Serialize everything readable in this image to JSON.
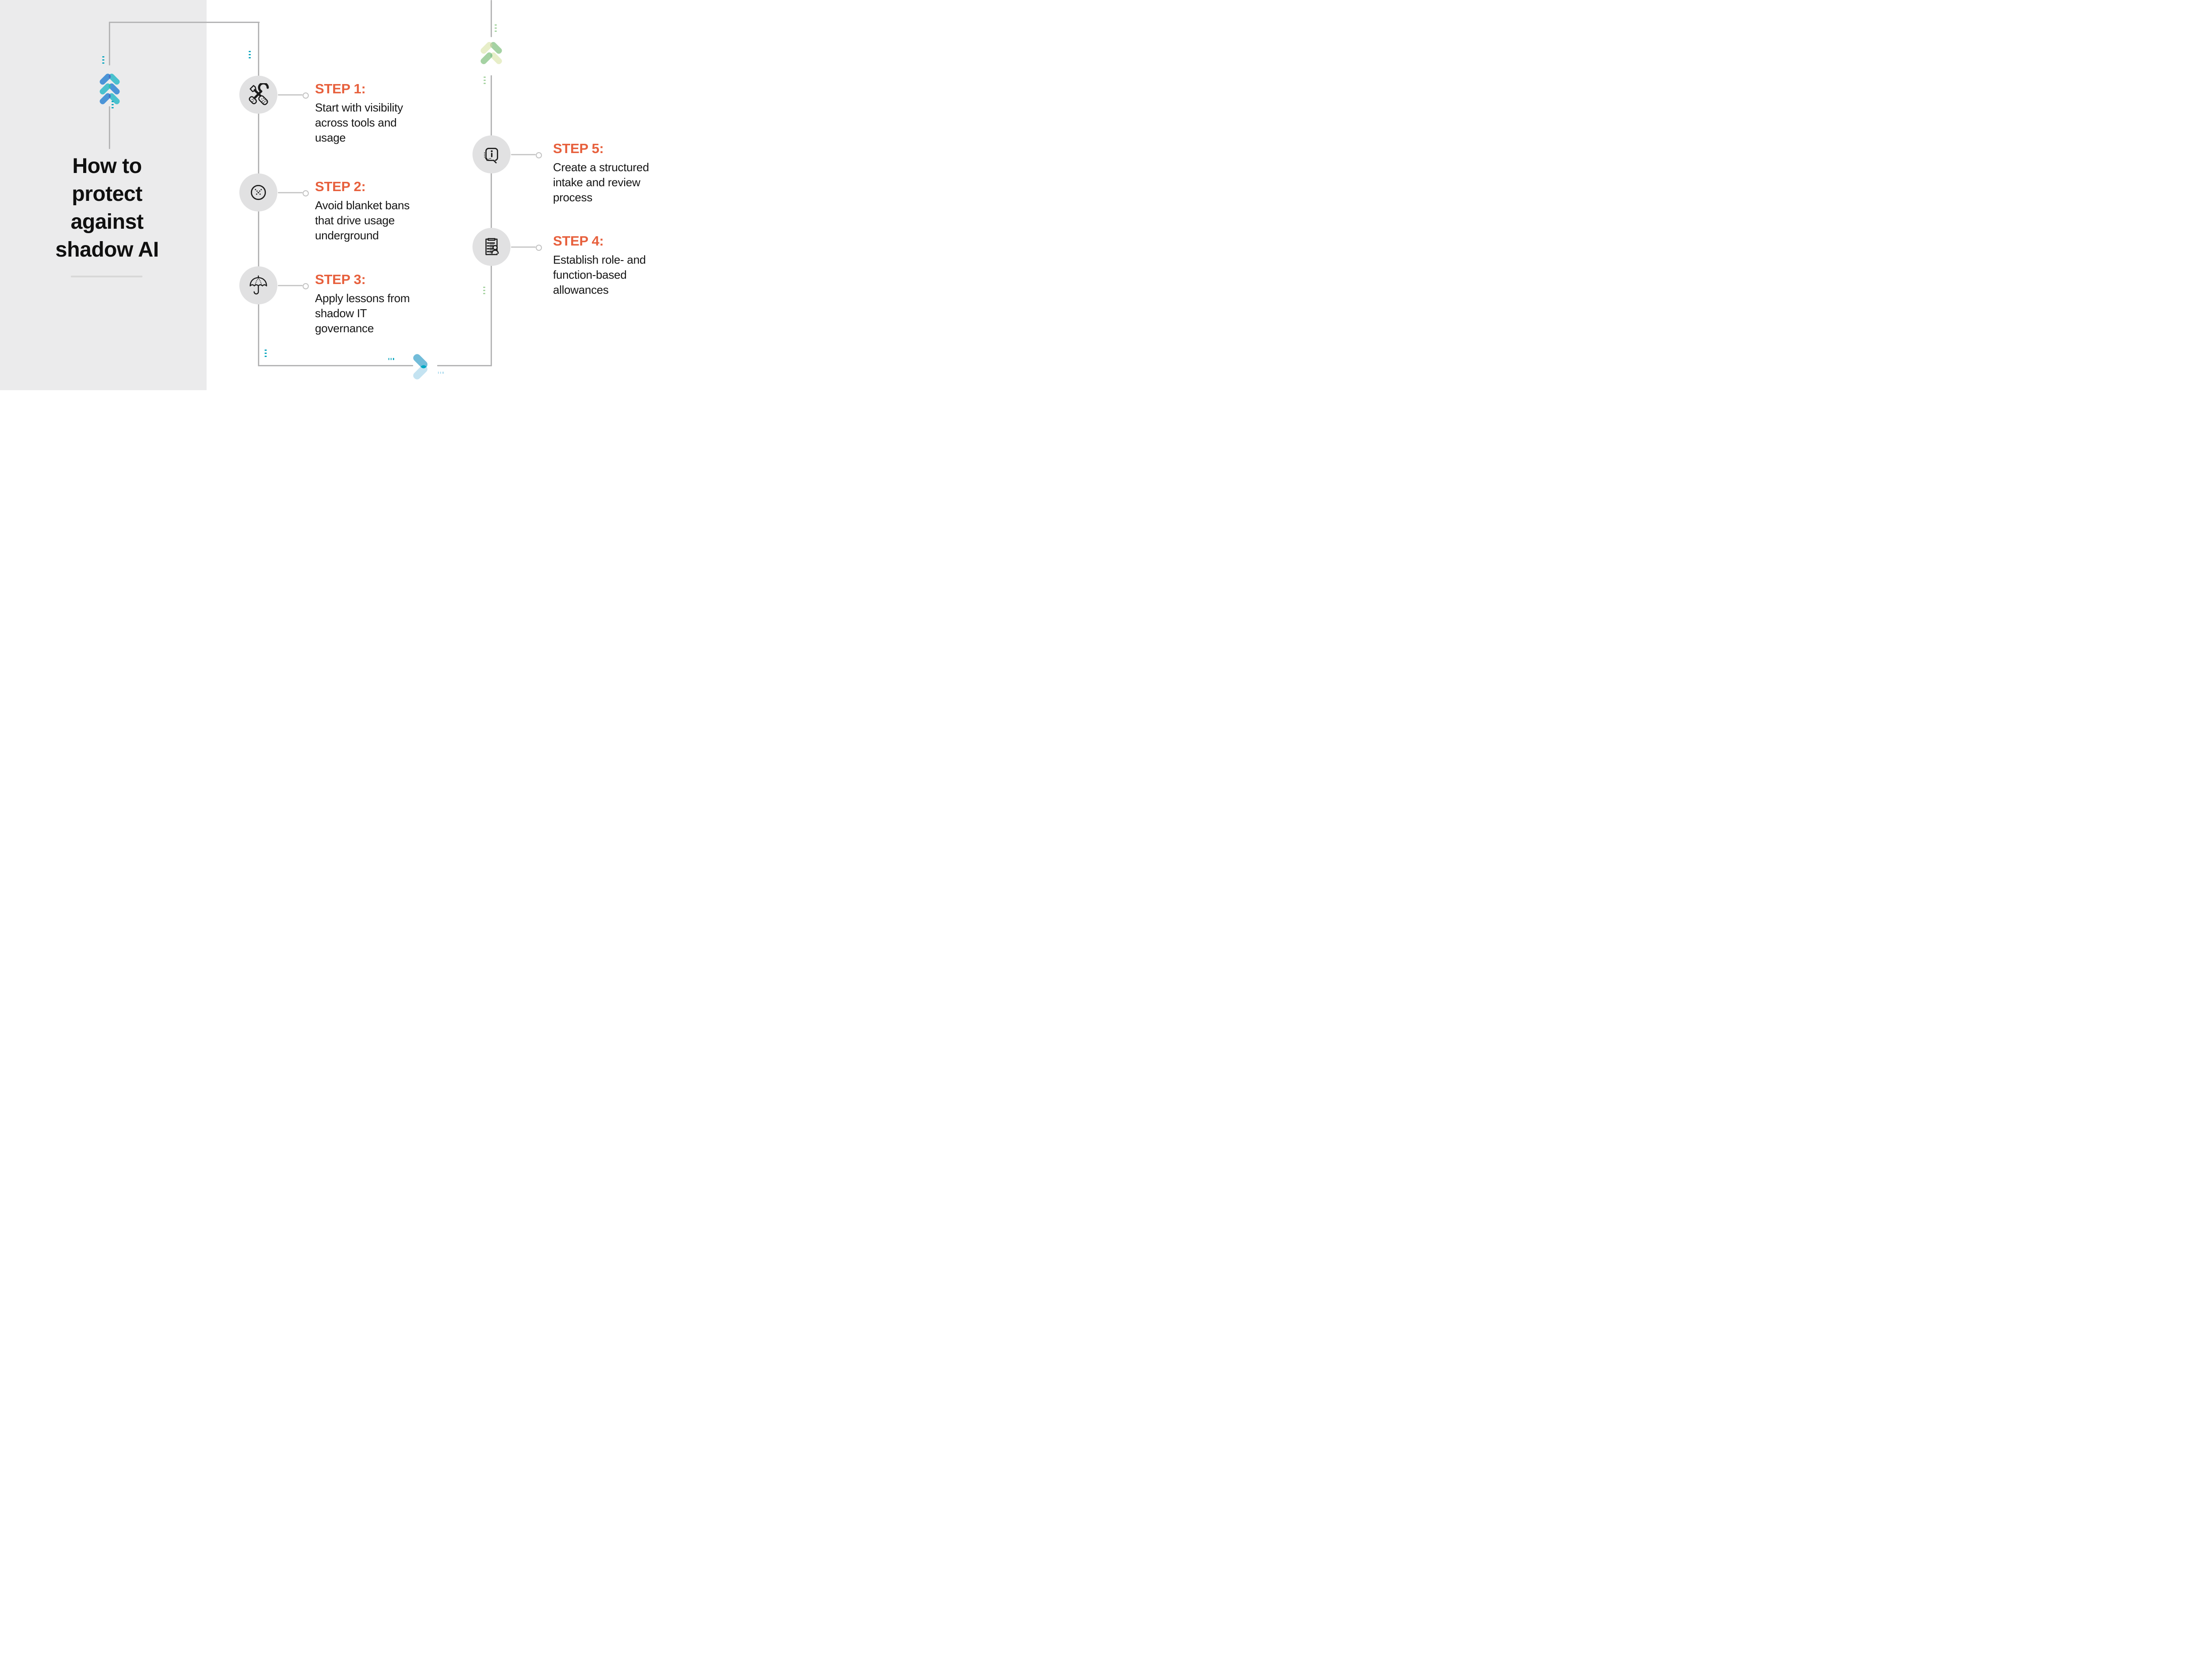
{
  "title": {
    "text": "How to\nprotect\nagainst\nshadow AI"
  },
  "steps": [
    {
      "heading": "STEP 1:",
      "body": "Start with visibility\nacross tools and\nusage",
      "icon": "tools-icon"
    },
    {
      "heading": "STEP 2:",
      "body": "Avoid blanket bans\nthat drive usage\nunderground",
      "icon": "crossed-out-icon"
    },
    {
      "heading": "STEP 3:",
      "body": "Apply lessons from\nshadow IT\ngovernance",
      "icon": "umbrella-icon"
    },
    {
      "heading": "STEP 4:",
      "body": "Establish role- and\nfunction-based\nallowances",
      "icon": "document-person-icon"
    },
    {
      "heading": "STEP 5:",
      "body": "Create a structured\nintake and review\nprocess",
      "icon": "info-bubble-icon"
    }
  ],
  "colors": {
    "panel_gray": "#ebebec",
    "circle_gray": "#e1e1e2",
    "line_gray": "#b5b5b6",
    "heading_orange": "#e7603d",
    "text_ink": "#161616",
    "teal_dot": "#0fa7bf",
    "green_dot": "#a6d3a1",
    "lightblue_dot": "#afdcef",
    "chevron_blue": "#4b94d7",
    "chevron_teal": "#4ac1ce",
    "chevron_indigo_overlap": "#4b70c4",
    "chevron_green_overlap": "#2fc0a7",
    "chevron_pale_green": "#e7eec8",
    "chevron_mid_green": "#a5d2a3",
    "bottom_chevron_blue": "#72bcd9",
    "bottom_chevron_light": "#c4e3f1",
    "bottom_chevron_overlap": "#00a8c4"
  }
}
